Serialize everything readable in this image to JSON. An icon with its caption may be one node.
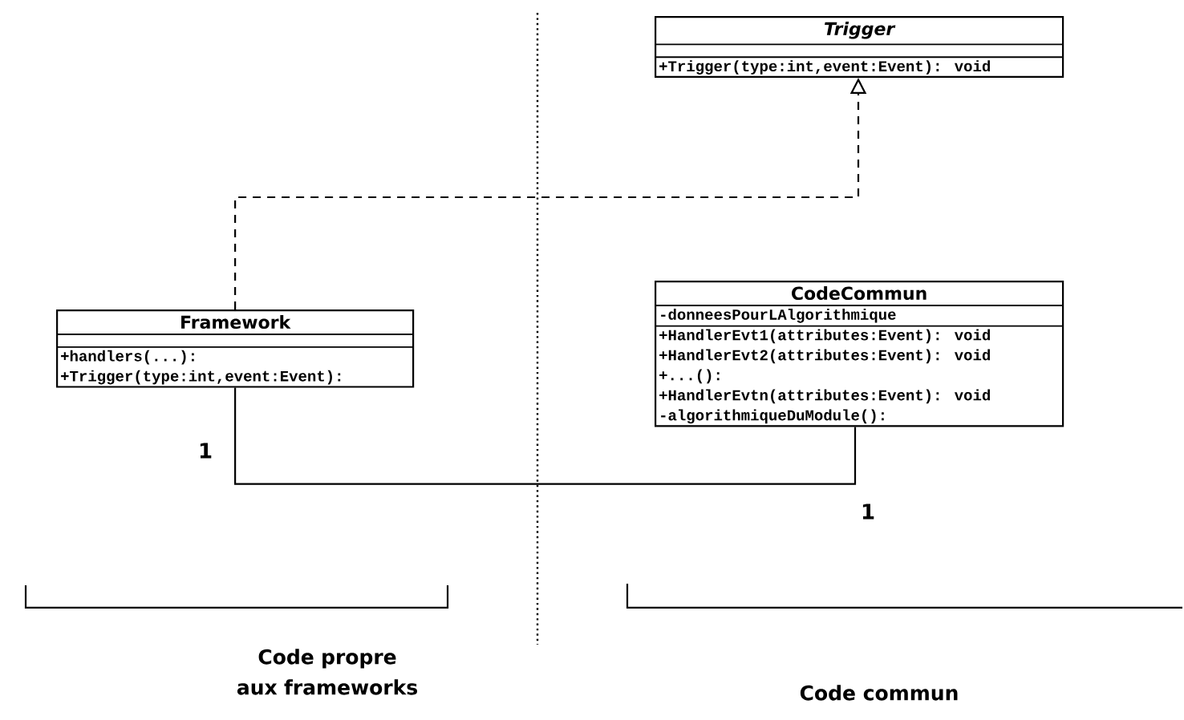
{
  "diagram": {
    "nodes": [
      {
        "text": [
          "Trigger",
          "+Trigger(type:int,event:Event): void"
        ]
      },
      {
        "text": [
          "Framework",
          "+handlers(...):",
          "+Trigger(type:int,event:Event):"
        ]
      },
      {
        "text": [
          "CodeCommun",
          "-donneesPourLAlgorithmique",
          "+HandlerEvt1(attributes:Event): void",
          "+HandlerEvt2(attributes:Event): void",
          "+...():",
          "+HandlerEvtn(attributes:Event): void",
          "-algorithmiqueDuModule():"
        ]
      }
    ],
    "edges": [
      {
        "from": 1,
        "to": 0,
        "arrow": "to",
        "style": "dashed"
      },
      {
        "from": 1,
        "to": 2,
        "arrow": "none"
      }
    ],
    "labels": [
      "1",
      "1",
      "Code propre aux frameworks",
      "Code commun"
    ]
  }
}
